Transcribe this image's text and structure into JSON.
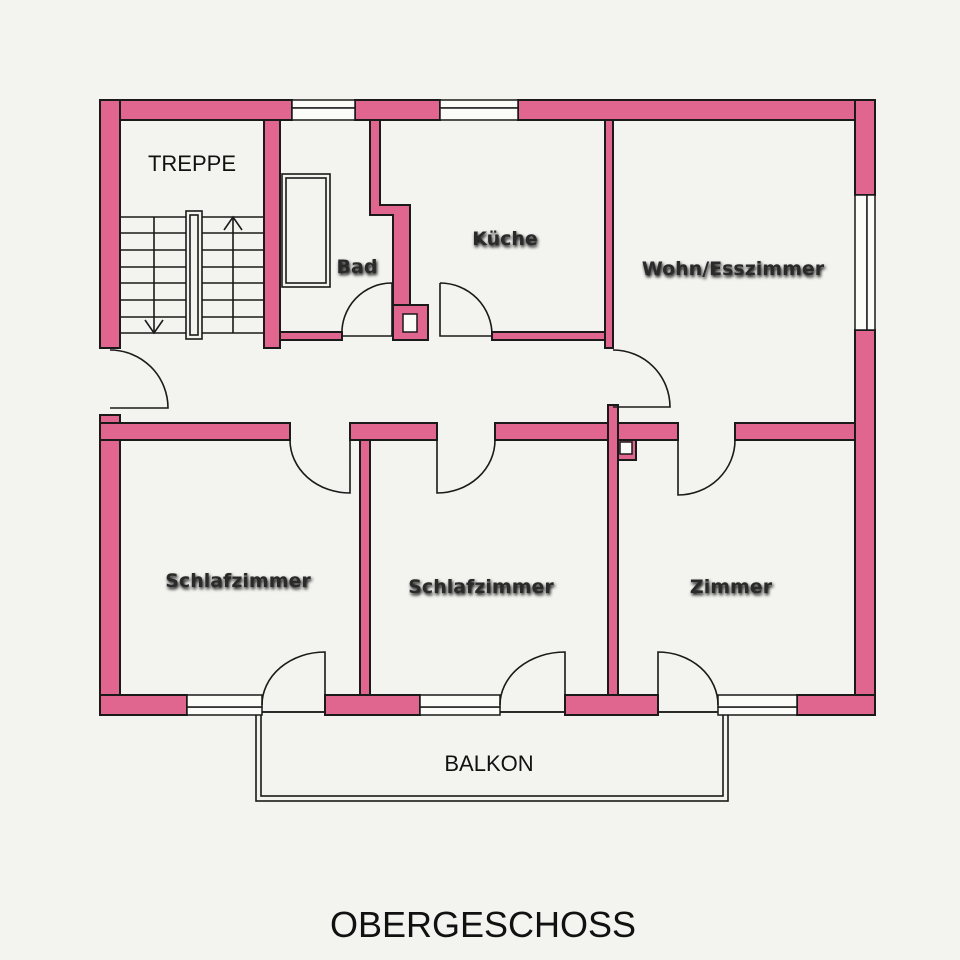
{
  "title": "OBERGESCHOSS",
  "colors": {
    "wall": "#e0668f",
    "background": "#f3f3ef",
    "outline": "#1a1a1a"
  },
  "rooms": {
    "treppe": "TREPPE",
    "bad": "Bad",
    "kueche": "Küche",
    "wohn": "Wohn/Esszimmer",
    "schlaf1": "Schlafzimmer",
    "schlaf2": "Schlafzimmer",
    "zimmer": "Zimmer",
    "balkon": "BALKON"
  }
}
